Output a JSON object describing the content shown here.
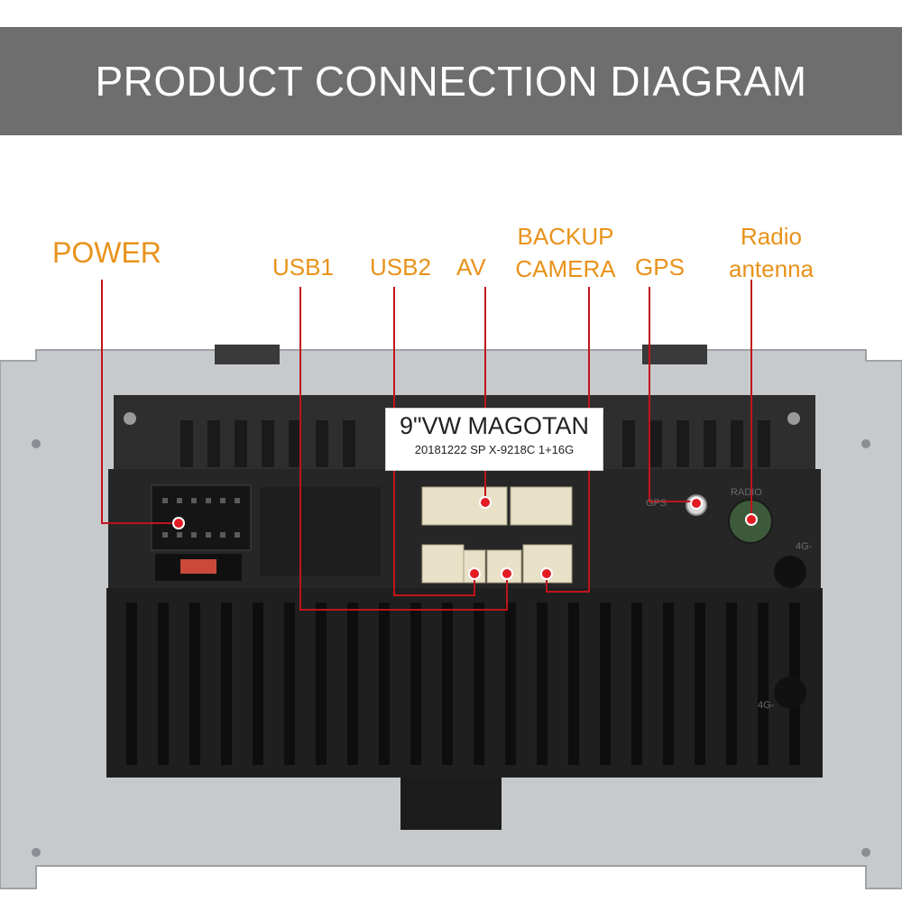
{
  "header": {
    "title": "PRODUCT CONNECTION DIAGRAM"
  },
  "labels": {
    "power": "POWER",
    "usb1": "USB1",
    "usb2": "USB2",
    "av": "AV",
    "backup_camera": "BACKUP\nCAMERA",
    "gps": "GPS",
    "radio_antenna": "Radio\nantenna"
  },
  "device": {
    "sticker_title": "9\"VW MAGOTAN",
    "sticker_subtitle": "20181222 SP X-9218C  1+16G",
    "gps_port_label": "GPS",
    "radio_port_label": "RADIO",
    "antenna_4g_label": "4G-"
  },
  "colors": {
    "banner": "#6e6e6e",
    "label_text": "#e8921a",
    "leader_line": "#c0141a",
    "marker_dot": "#e31b23",
    "bracket": "#c7cacd",
    "unit_body": "#2b2b2b",
    "connector": "#e8e1c8"
  }
}
